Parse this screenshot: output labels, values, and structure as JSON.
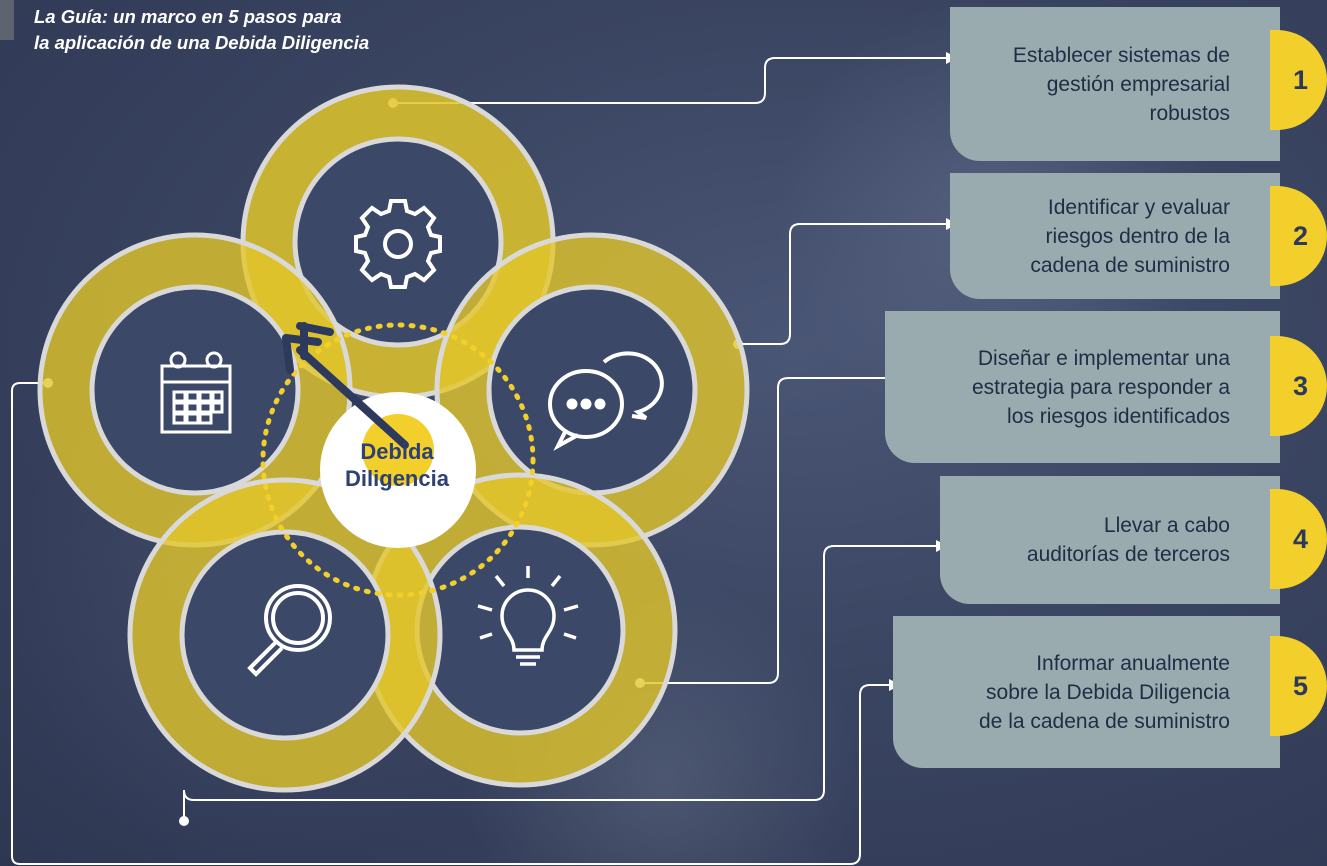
{
  "title": {
    "line1": "La Guía: un marco en 5 pasos para",
    "line2": "la aplicación de una Debida Diligencia"
  },
  "center": {
    "line1": "Debida",
    "line2": "Diligencia"
  },
  "steps": [
    {
      "number": "1",
      "lines": [
        "Establecer sistemas de",
        "gestión empresarial",
        "robustos"
      ],
      "icon": "gear-icon"
    },
    {
      "number": "2",
      "lines": [
        "Identificar y evaluar",
        "riesgos dentro de la",
        "cadena de suministro"
      ],
      "icon": "chat-bubbles-icon"
    },
    {
      "number": "3",
      "lines": [
        "Diseñar e implementar una",
        "estrategia para responder a",
        "los riesgos identificados"
      ],
      "icon": "lightbulb-icon"
    },
    {
      "number": "4",
      "lines": [
        "Llevar a cabo",
        "auditorías de terceros"
      ],
      "icon": "magnifier-icon"
    },
    {
      "number": "5",
      "lines": [
        "Informar anualmente",
        "sobre la Debida Diligencia",
        "de la cadena de suministro"
      ],
      "icon": "calendar-icon"
    }
  ],
  "colors": {
    "ring": "#e2c52a",
    "card": "#9aabaf",
    "badge": "#f2cf2a",
    "background": "#3a4562",
    "center_text": "#2d4272"
  }
}
